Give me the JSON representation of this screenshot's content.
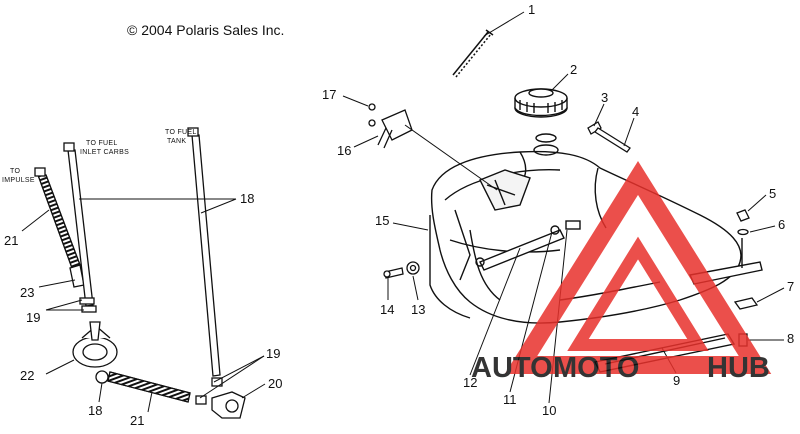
{
  "copyright": "© 2004 Polaris Sales Inc.",
  "hose_labels": {
    "to_fuel_inlet_1": "TO FUEL",
    "to_fuel_inlet_2": "INLET CARBS",
    "to_fuel_tank_1": "TO FUEL",
    "to_fuel_tank_2": "TANK",
    "to_impulse_1": "TO",
    "to_impulse_2": "IMPULSE"
  },
  "callouts": {
    "c1": "1",
    "c2": "2",
    "c3": "3",
    "c4": "4",
    "c5": "5",
    "c6": "6",
    "c7": "7",
    "c8": "8",
    "c9": "9",
    "c10": "10",
    "c11": "11",
    "c12": "12",
    "c13": "13",
    "c14": "14",
    "c15": "15",
    "c16": "16",
    "c17": "17",
    "c18a": "18",
    "c18b": "18",
    "c19a": "19",
    "c19b": "19",
    "c20": "20",
    "c21a": "21",
    "c21b": "21",
    "c22": "22",
    "c23": "23"
  },
  "watermark": {
    "part1": "AUTO",
    "part2": "MOTO",
    "part3": "HUB",
    "color_red": "#e8312c",
    "color_orange": "#f6a623",
    "color_gray": "#5a5a5a"
  }
}
